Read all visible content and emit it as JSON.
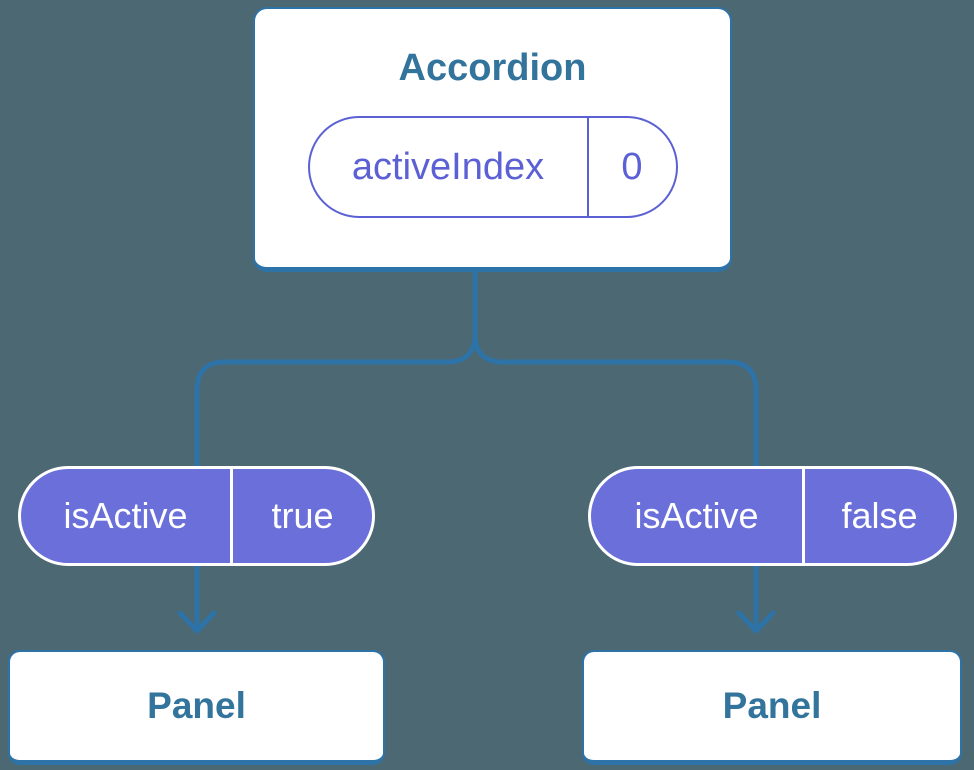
{
  "diagram": {
    "root": {
      "title": "Accordion",
      "prop": {
        "name": "activeIndex",
        "value": "0"
      }
    },
    "branches": [
      {
        "prop": {
          "name": "isActive",
          "value": "true"
        },
        "child": {
          "title": "Panel"
        }
      },
      {
        "prop": {
          "name": "isActive",
          "value": "false"
        },
        "child": {
          "title": "Panel"
        }
      }
    ]
  },
  "colors": {
    "background": "#4c6872",
    "connector": "#2d73a8",
    "card_bg": "#ffffff",
    "card_text": "#32749c",
    "prop_outline": "#5b61d5",
    "prop_fill": "#6a6fd9",
    "prop_fill_text": "#ffffff"
  }
}
